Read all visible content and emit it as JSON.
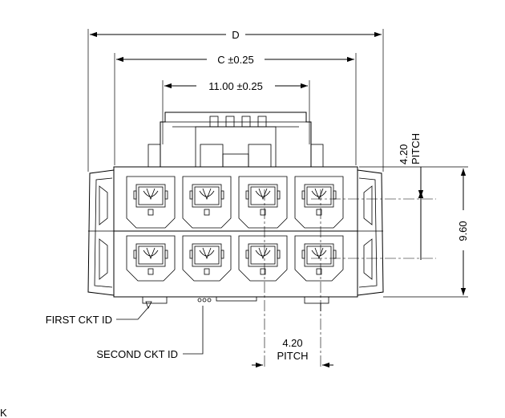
{
  "labels": {
    "dim_d": "D",
    "dim_c": "C ±0.25",
    "dim_11": "11.00 ±0.25",
    "pitch_top_value": "4.20",
    "pitch_top_word": "PITCH",
    "dim_height": "9.60",
    "pitch_bottom_value": "4.20",
    "pitch_bottom_word": "PITCH",
    "first_ckt": "FIRST CKT ID",
    "second_ckt": "SECOND CKT ID",
    "corner_mark": "K"
  },
  "connector": {
    "rows": 2,
    "columns": 4
  }
}
